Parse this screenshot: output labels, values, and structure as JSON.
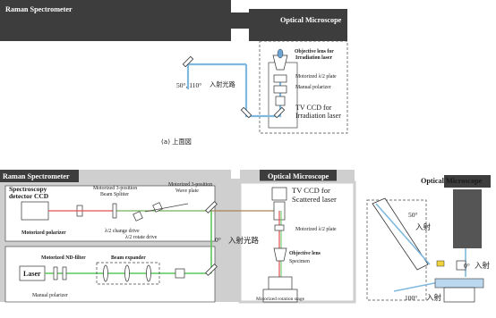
{
  "top": {
    "spectrometer_title": "Raman Spectrometer",
    "microscope_title": "Optical Microscope",
    "objective_label_1": "Objective lens for",
    "objective_label_2": "Irradiation laser",
    "halfwave_label": "Motorized λ/2 plate",
    "polarizer_label": "Manual polarizer",
    "ccd_label_1": "TV CCD for",
    "ccd_label_2": "Irradiation laser",
    "angles_label": "50°, 110°",
    "incident_label": "入射光路",
    "caption": "(a) 上面図"
  },
  "bottom": {
    "spectrometer_title": "Raman Spectrometer",
    "microscope_title": "Optical Microscope",
    "detector_label_1": "Spectroscopy",
    "detector_label_2": "detector CCD",
    "motorized_polarizer": "Motorized polarizer",
    "splitter_label_1": "Motorized 3-position",
    "splitter_label_2": "Beam Splitter",
    "waveplate_label_1": "Motorized 3-position",
    "waveplate_label_2": "Wave plate",
    "change_drive": "λ/2 change drive",
    "rotate_drive": "λ/2 rotate drive",
    "ccd_label_1": "TV CCD for",
    "ccd_label_2": "Scattered laser",
    "halfwave_label": "Motorized λ/2 plate",
    "nd_filter": "Motorized ND-filter",
    "beam_expander": "Beam expander",
    "laser": "Laser",
    "manual_polarizer": "Manual polarizer",
    "zero_deg": "0°",
    "incident_label": "入射光路",
    "objective_label": "Objective lens",
    "specimen": "Specimen",
    "rotation_stage": "Motorized rotation stage"
  },
  "side": {
    "microscope_title": "Optical Microscope",
    "fifty_deg": "50°",
    "incident_1": "入射",
    "zero_deg": "0°",
    "incident_2": "入射",
    "hundred_deg": "100°",
    "incident_3": "入射"
  }
}
